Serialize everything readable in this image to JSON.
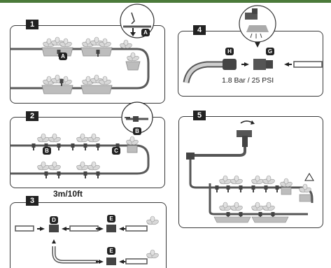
{
  "steps": {
    "s1": "1",
    "s2": "2",
    "s3": "3",
    "s4": "4",
    "s5": "5"
  },
  "badges": {
    "a": "A",
    "b": "B",
    "c": "C",
    "d": "D",
    "e": "E",
    "g": "G",
    "h": "H"
  },
  "texts": {
    "pressure": "1.8 Bar / 25 PSI",
    "length": "3m/10ft"
  },
  "colors": {
    "frame": "#3a3a3a",
    "hose": "#5a5a5a",
    "planter": "#bdbdbd",
    "plant": "#d8d8d8",
    "accent": "#4b7a3a"
  }
}
